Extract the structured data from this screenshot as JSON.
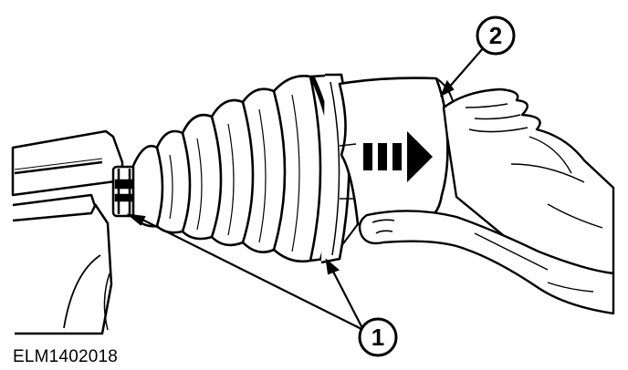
{
  "figure": {
    "id_label": "ELM1402018",
    "callouts": [
      {
        "number": "1"
      },
      {
        "number": "2"
      }
    ],
    "colors": {
      "ink": "#000000",
      "paper": "#ffffff"
    },
    "icons": [
      "direction-arrow-icon"
    ]
  }
}
